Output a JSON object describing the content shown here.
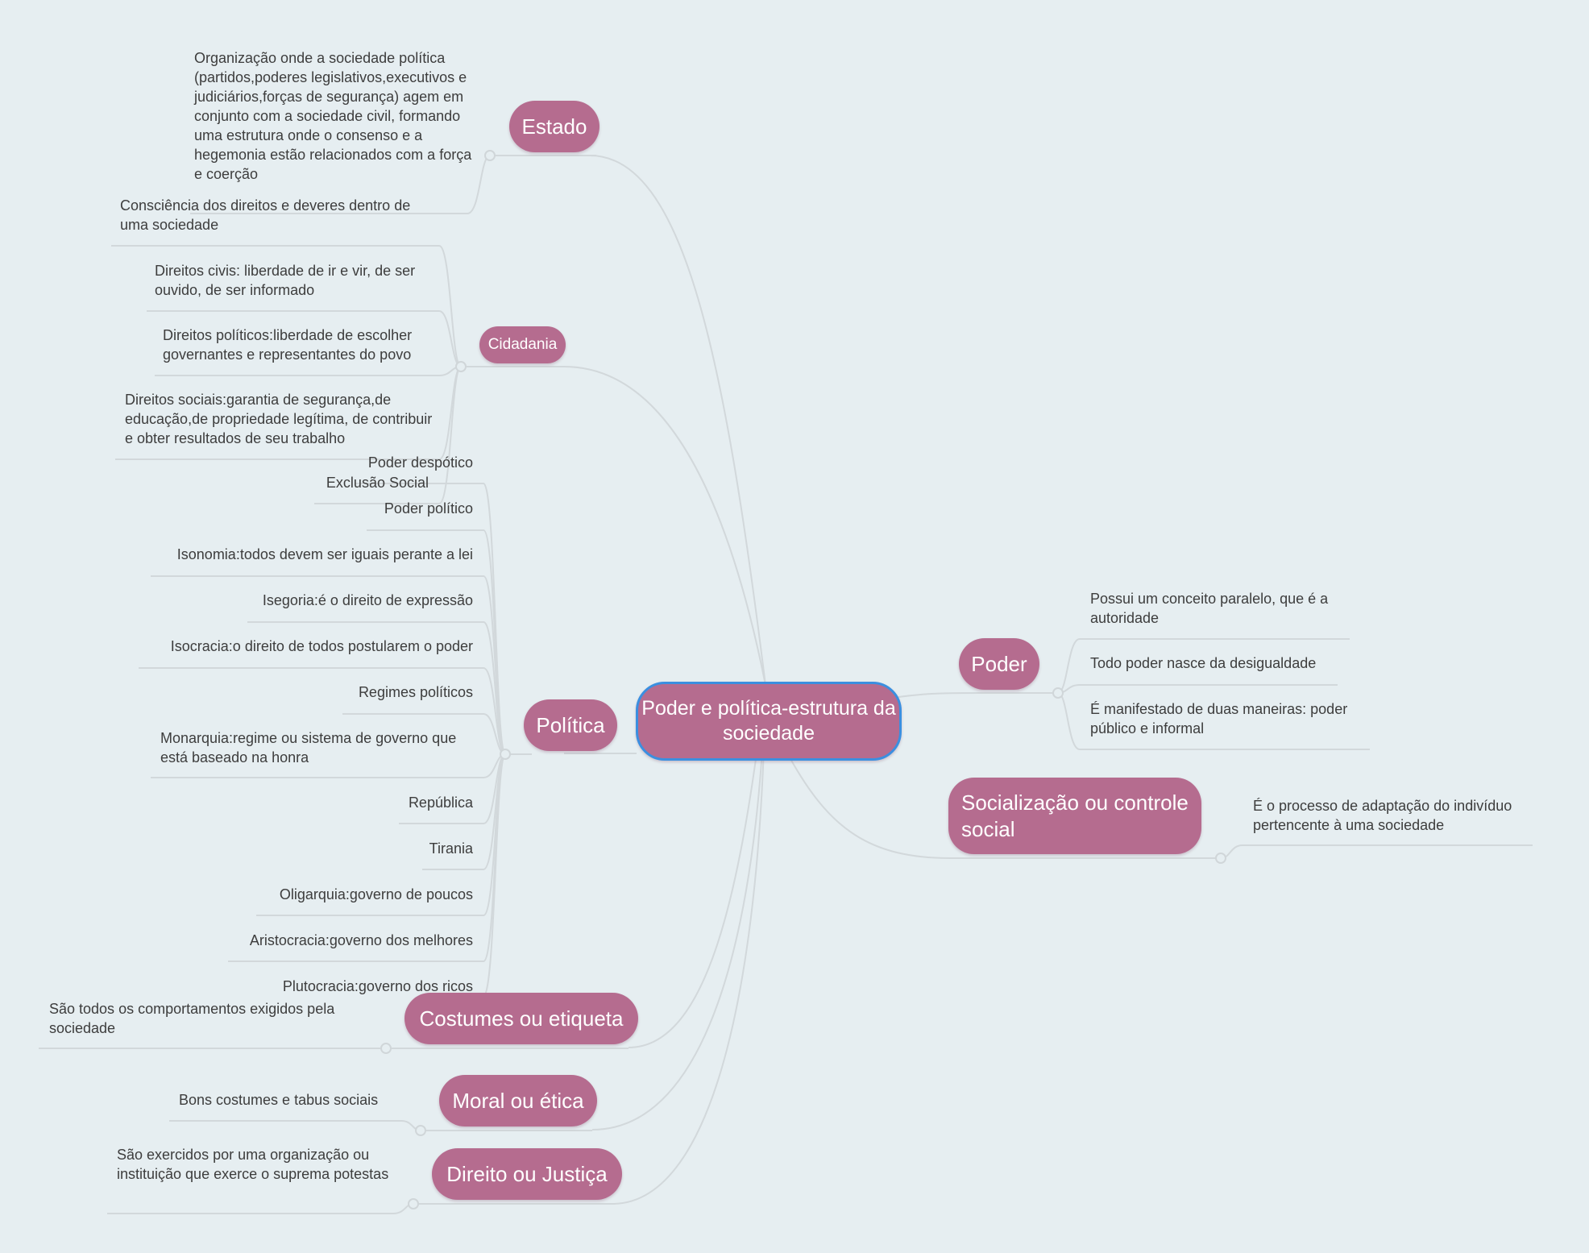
{
  "colors": {
    "background": "#e6eef1",
    "topic_fill": "#b56c8f",
    "topic_text": "#ffffff",
    "central_border": "#3b8fe0",
    "connector": "#d2d8db",
    "leaf_text": "#3d3d3d"
  },
  "central": {
    "label": "Poder e política-estrutura da sociedade"
  },
  "branches": {
    "estado": {
      "label": "Estado",
      "children": [
        "Organização onde a sociedade política (partidos,poderes legislativos,executivos e judiciários,forças de segurança) agem em conjunto com a sociedade civil, formando uma estrutura onde o consenso e a hegemonia estão relacionados com a força e coerção"
      ]
    },
    "cidadania": {
      "label": "Cidadania",
      "children": [
        "Consciência dos direitos e deveres dentro de uma sociedade",
        "Direitos civis: liberdade de ir e vir, de ser ouvido, de ser informado",
        "Direitos políticos:liberdade de escolher governantes e representantes do povo",
        "Direitos sociais:garantia de segurança,de educação,de propriedade legítima, de contribuir e obter resultados de seu trabalho",
        "Exclusão Social"
      ]
    },
    "politica": {
      "label": "Política",
      "children": [
        "Poder despótico",
        "Poder político",
        "Isonomia:todos devem ser iguais perante a lei",
        "Isegoria:é o direito de expressão",
        "Isocracia:o direito de todos postularem o poder",
        "Regimes políticos",
        "Monarquia:regime ou sistema de governo que está baseado na honra",
        "República",
        "Tirania",
        "Oligarquia:governo de poucos",
        "Aristocracia:governo dos melhores",
        "Plutocracia:governo dos ricos"
      ]
    },
    "costumes": {
      "label": "Costumes ou etiqueta",
      "children": [
        "São todos os comportamentos exigidos pela sociedade"
      ]
    },
    "moral": {
      "label": "Moral ou ética",
      "children": [
        "Bons costumes e tabus sociais"
      ]
    },
    "direito": {
      "label": "Direito ou Justiça",
      "children": [
        "São exercidos por uma organização ou instituição que exerce o suprema potestas"
      ]
    },
    "poder": {
      "label": "Poder",
      "children": [
        "Possui um conceito paralelo, que é a autoridade",
        "Todo poder nasce da desigualdade",
        "É manifestado de duas maneiras: poder público e informal"
      ]
    },
    "socializacao": {
      "label": "Socialização ou controle social",
      "children": [
        "É o processo de adaptação do indivíduo pertencente à uma sociedade"
      ]
    }
  }
}
